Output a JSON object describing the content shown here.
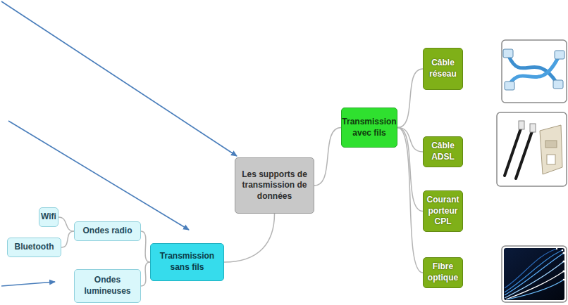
{
  "diagram": {
    "nodes": [
      {
        "text": [
          "Les supports de transmission de données"
        ]
      },
      {
        "text": [
          "Transmission avec fils"
        ]
      },
      {
        "text": [
          "Câble réseau"
        ]
      },
      {
        "text": [
          "Câble ADSL"
        ]
      },
      {
        "text": [
          "Courant porteur CPL"
        ]
      },
      {
        "text": [
          "Fibre optique"
        ]
      },
      {
        "text": [
          "Transmission sans fils"
        ]
      },
      {
        "text": [
          "Ondes radio"
        ]
      },
      {
        "text": [
          "Wifi"
        ]
      },
      {
        "text": [
          "Bluetooth"
        ]
      },
      {
        "text": [
          "Ondes lumineuses"
        ]
      }
    ],
    "edges": [
      {
        "from": 0,
        "to": 1,
        "arrow": "none"
      },
      {
        "from": 0,
        "to": 6,
        "arrow": "none"
      },
      {
        "from": 1,
        "to": 2,
        "arrow": "none"
      },
      {
        "from": 1,
        "to": 3,
        "arrow": "none"
      },
      {
        "from": 1,
        "to": 4,
        "arrow": "none"
      },
      {
        "from": 1,
        "to": 5,
        "arrow": "none"
      },
      {
        "from": 6,
        "to": 7,
        "arrow": "none"
      },
      {
        "from": 6,
        "to": 10,
        "arrow": "none"
      },
      {
        "from": 7,
        "to": 8,
        "arrow": "none"
      },
      {
        "from": 7,
        "to": 9,
        "arrow": "none"
      }
    ]
  }
}
